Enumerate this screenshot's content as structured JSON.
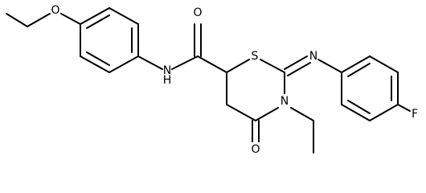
{
  "structure": {
    "atoms": {
      "ethoxy_oxygen": "O",
      "amide_nitrogen": "N",
      "amide_hydrogen": "H",
      "ring_sulfur": "S",
      "imine_nitrogen": "N",
      "ring_nitrogen": "N",
      "carbonyl_oxygen": "O",
      "amide_carbonyl_oxygen": "O",
      "fluorine": "F"
    },
    "bond_color": "#000000",
    "background": "#ffffff"
  }
}
